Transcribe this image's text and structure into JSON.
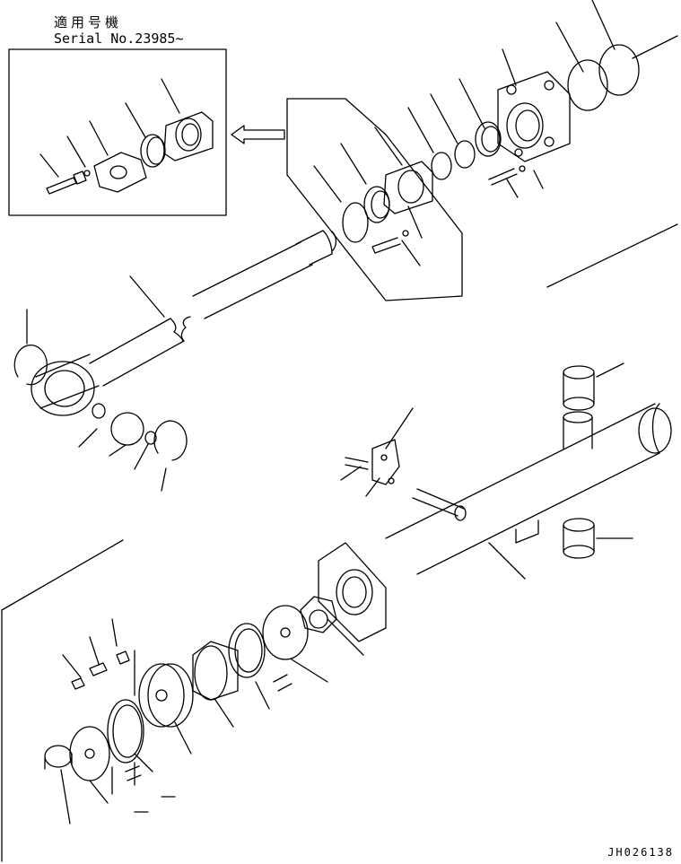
{
  "header": {
    "serial_label_jp": "適用号機",
    "serial_label_en": "Serial No.23985~"
  },
  "footer": {
    "drawing_code": "JH026138"
  },
  "style": {
    "line_color": "#000000",
    "background": "#ffffff"
  }
}
